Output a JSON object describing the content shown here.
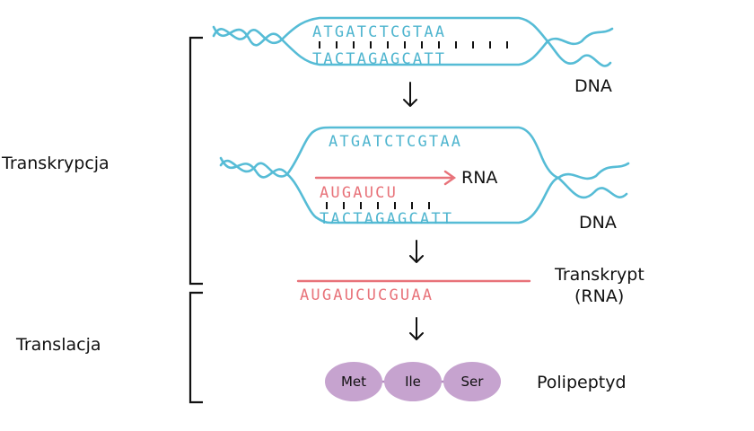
{
  "side_labels": {
    "transcription": "Transkrypcja",
    "translation": "Translacja"
  },
  "dna_top": {
    "coding_strand": "ATGATCTCGTAA",
    "template_strand": "TACTAGAGCATT",
    "label": "DNA"
  },
  "dna_middle": {
    "coding_strand": "ATGATCTCGTAA",
    "rna_growing": "AUGAUCU",
    "rna_label": "RNA",
    "template_strand": "TACTAGAGCATT",
    "label": "DNA"
  },
  "transcript": {
    "sequence": "AUGAUCUCGUAA",
    "label_line1": "Transkrypt",
    "label_line2": "(RNA)"
  },
  "polypeptide": {
    "amino_acids": [
      "Met",
      "Ile",
      "Ser"
    ],
    "label": "Polipeptyd"
  },
  "colors": {
    "dna": "#56bcd6",
    "rna": "#e8737a",
    "amino_acid": "#c6a3cf"
  }
}
